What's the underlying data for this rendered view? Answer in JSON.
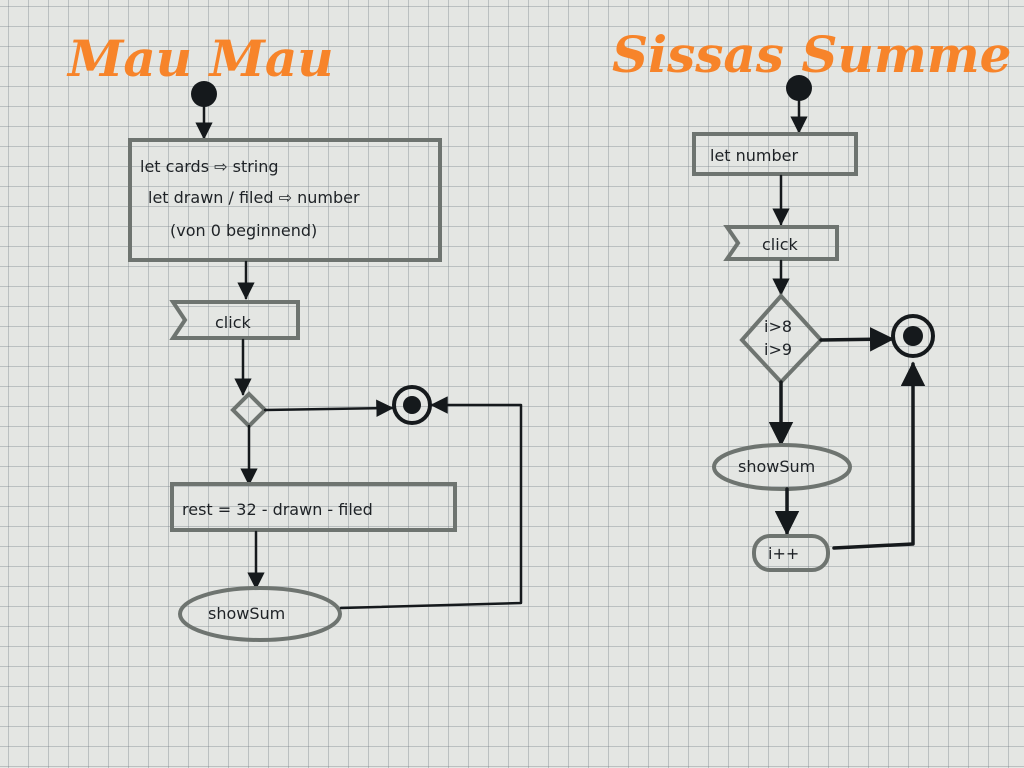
{
  "left_diagram": {
    "title": "Mau Mau",
    "declaration_lines": [
      "let  cards ⇨ string",
      "let  drawn / filed ⇨ number",
      "(von 0 beginnend)"
    ],
    "event_label": "click",
    "action_label": "rest = 32 - drawn - filed",
    "output_label": "showSum"
  },
  "right_diagram": {
    "title": "Sissas Summe",
    "declaration_label": "let number",
    "event_label": "click",
    "decision_lines": [
      "i>8",
      "i>9"
    ],
    "output_label": "showSum",
    "increment_label": "i++"
  }
}
